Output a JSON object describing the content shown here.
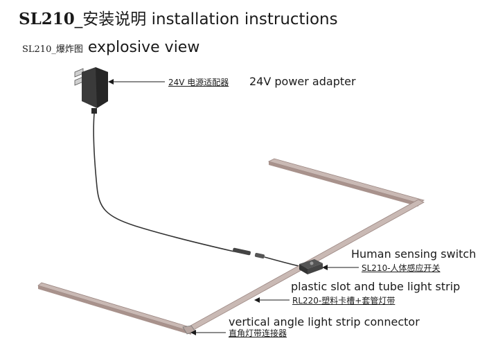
{
  "title": {
    "code": "SL210",
    "text": "_安装说明 installation instructions"
  },
  "subtitle": {
    "code": "SL210_爆炸图",
    "text": " explosive view"
  },
  "labels": {
    "adapter_cn": "24V 电源适配器",
    "adapter_en": "24V power adapter",
    "switch_en": "Human sensing switch",
    "switch_cn": "SL210-人体感应开关",
    "strip_en": "plastic slot and tube light strip",
    "strip_cn": "RL220-塑料卡槽+套管灯带",
    "connector_en": "vertical angle light strip connector",
    "connector_cn": "直角灯带连接器"
  },
  "colors": {
    "strip_top": "#c9b9b4",
    "strip_side": "#a8928c",
    "cable": "#333333",
    "text": "#1a1a1a"
  }
}
